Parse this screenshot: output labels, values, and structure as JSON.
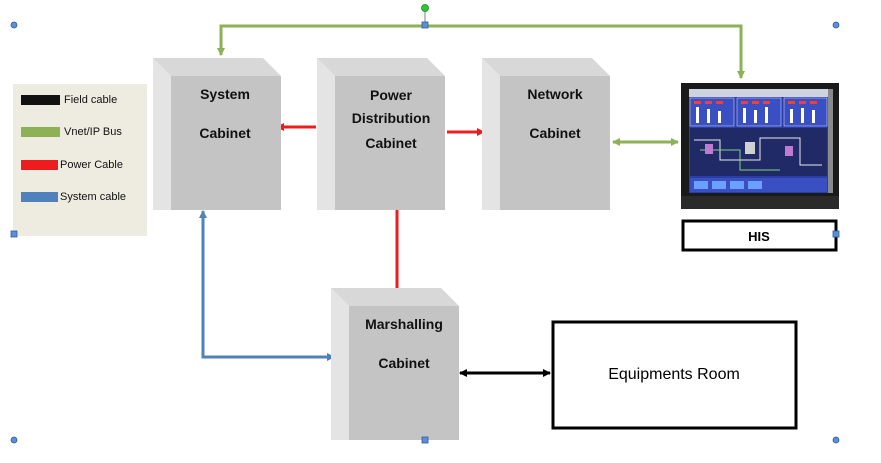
{
  "legend": {
    "items": [
      {
        "label": "Field cable",
        "color": "#111111"
      },
      {
        "label": "Vnet/IP  Bus",
        "color": "#8db255"
      },
      {
        "label": "Power Cable",
        "color": "#ee1c1c"
      },
      {
        "label": "System cable",
        "color": "#4f81bd"
      }
    ]
  },
  "cabinets": {
    "system": {
      "line1": "System",
      "line2": "Cabinet"
    },
    "power": {
      "line1": "Power",
      "line2": "Distribution",
      "line3": "Cabinet"
    },
    "network": {
      "line1": "Network",
      "line2": "Cabinet"
    },
    "marshalling": {
      "line1": "Marshalling",
      "line2": "Cabinet"
    }
  },
  "his": {
    "label": "HIS"
  },
  "equipments": {
    "label": "Equipments Room"
  },
  "colors": {
    "vnet": "#8db255",
    "power": "#ee1c1c",
    "system": "#4f81bd",
    "field": "#111111",
    "cabinet_face": "#c4c4c4",
    "cabinet_side": "#e4e4e4",
    "legend_bg": "#eeece1",
    "handle": "#5b8fd6"
  },
  "icons": [
    "selection-handle",
    "rotation-handle",
    "arrowhead"
  ]
}
